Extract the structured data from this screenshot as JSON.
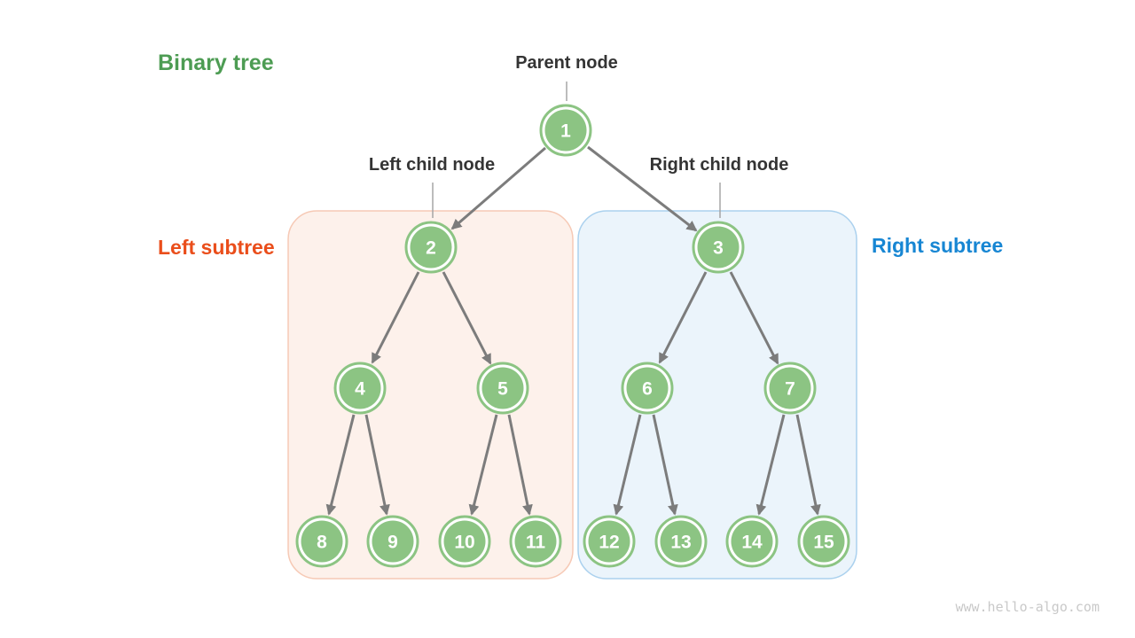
{
  "figure": {
    "title": "Binary tree",
    "watermark": "www.hello-algo.com"
  },
  "labels": {
    "parent_node": "Parent node",
    "left_child_node": "Left child node",
    "right_child_node": "Right child node",
    "left_subtree": "Left subtree",
    "right_subtree": "Right subtree"
  },
  "tree": {
    "node_labels": [
      "1",
      "2",
      "3",
      "4",
      "5",
      "6",
      "7",
      "8",
      "9",
      "10",
      "11",
      "12",
      "13",
      "14",
      "15"
    ],
    "levels": [
      [
        "1"
      ],
      [
        "2",
        "3"
      ],
      [
        "4",
        "5",
        "6",
        "7"
      ],
      [
        "8",
        "9",
        "10",
        "11",
        "12",
        "13",
        "14",
        "15"
      ]
    ],
    "edges": [
      [
        "1",
        "2"
      ],
      [
        "1",
        "3"
      ],
      [
        "2",
        "4"
      ],
      [
        "2",
        "5"
      ],
      [
        "3",
        "6"
      ],
      [
        "3",
        "7"
      ],
      [
        "4",
        "8"
      ],
      [
        "4",
        "9"
      ],
      [
        "5",
        "10"
      ],
      [
        "5",
        "11"
      ],
      [
        "6",
        "12"
      ],
      [
        "6",
        "13"
      ],
      [
        "7",
        "14"
      ],
      [
        "7",
        "15"
      ]
    ],
    "left_subtree_nodes": [
      "2",
      "4",
      "5",
      "8",
      "9",
      "10",
      "11"
    ],
    "right_subtree_nodes": [
      "3",
      "6",
      "7",
      "12",
      "13",
      "14",
      "15"
    ]
  },
  "colors": {
    "background": "#FFFFFF",
    "title_green": "#4D9C53",
    "node_green": "#8CC483",
    "node_text": "#FFFFFF",
    "edge_gray": "#7C7C7C",
    "pointer_gray": "#A5A5A5",
    "label_dark": "#343434",
    "left_subtree_text": "#EA4E1B",
    "left_subtree_fill": "#FDF1EB",
    "left_subtree_border": "#F6C9B5",
    "right_subtree_text": "#1786D3",
    "right_subtree_fill": "#EBF4FB",
    "right_subtree_border": "#ABD1EE",
    "watermark_gray": "#C9C9C9"
  }
}
